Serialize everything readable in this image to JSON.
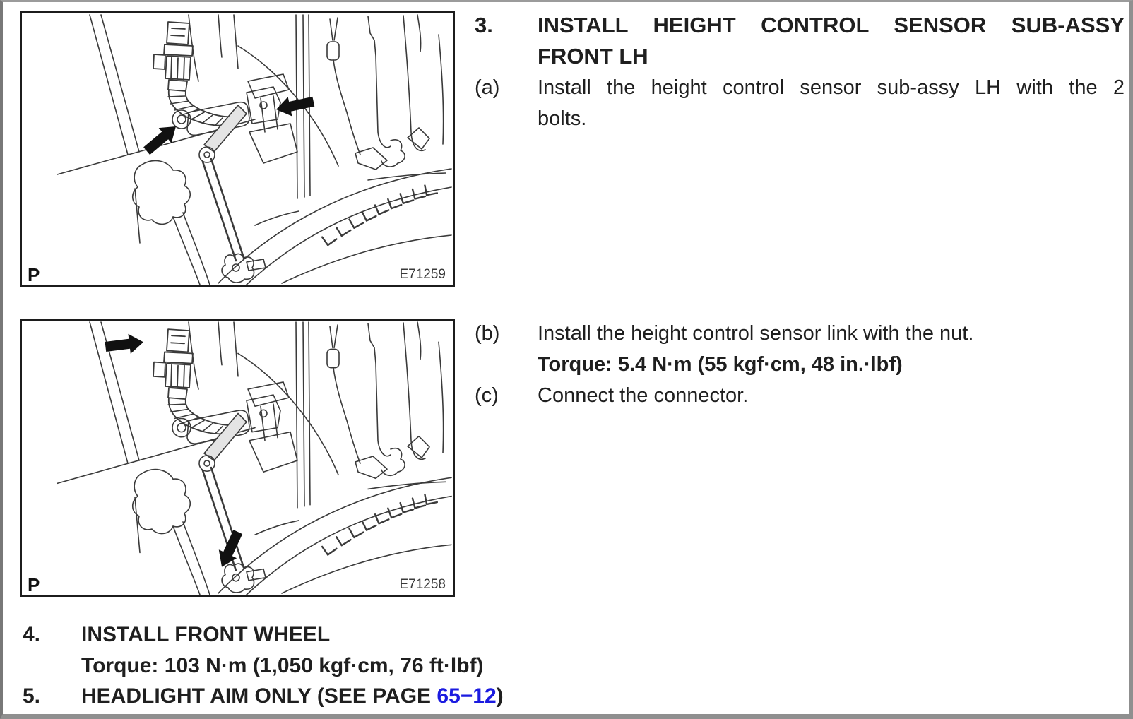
{
  "page_link_color": "#1b1be0",
  "figures": [
    {
      "corner_label": "P",
      "figure_id": "E71259"
    },
    {
      "corner_label": "P",
      "figure_id": "E71258"
    }
  ],
  "step3": {
    "number": "3.",
    "title_line1": "INSTALL HEIGHT CONTROL SENSOR SUB-ASSY",
    "title_line2": "FRONT LH",
    "sub_a_label": "(a)",
    "sub_a_line1": "Install the height control sensor sub-assy LH with the 2",
    "sub_a_line2": "bolts.",
    "sub_b_label": "(b)",
    "sub_b_text": "Install the height control sensor link with the nut.",
    "sub_b_torque": "Torque: 5.4 N·m (55 kgf·cm, 48 in.·lbf)",
    "sub_c_label": "(c)",
    "sub_c_text": "Connect the connector."
  },
  "step4": {
    "number": "4.",
    "title": "INSTALL FRONT WHEEL",
    "torque": "Torque: 103 N·m (1,050 kgf·cm, 76 ft·lbf)"
  },
  "step5": {
    "number": "5.",
    "text_before_link": "HEADLIGHT AIM ONLY (SEE PAGE ",
    "link_text": "65−12",
    "text_after_link": ")"
  }
}
